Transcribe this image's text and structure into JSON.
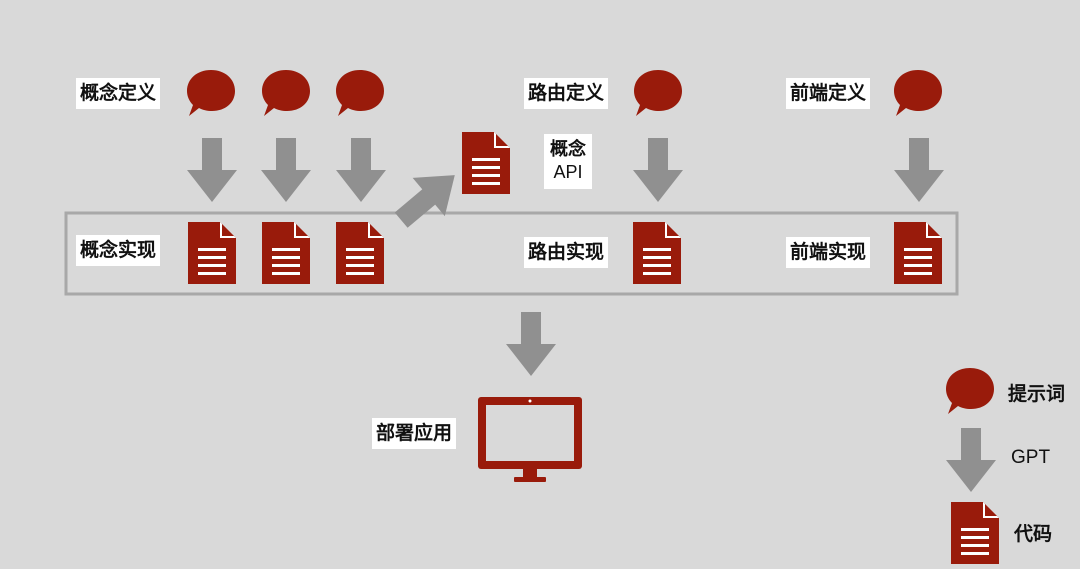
{
  "labels": {
    "concept_def": "概念定义",
    "concept_impl": "概念实现",
    "concept_api_line1": "概念",
    "concept_api_line2": "API",
    "route_def": "路由定义",
    "route_impl": "路由实现",
    "frontend_def": "前端定义",
    "frontend_impl": "前端实现",
    "deploy_app": "部署应用"
  },
  "legend": {
    "prompt": "提示词",
    "gpt": "GPT",
    "code": "代码"
  },
  "colors": {
    "accent": "#991b0b",
    "arrow": "#909090",
    "frame": "#a8a8a8",
    "background": "#d9d9d9"
  }
}
